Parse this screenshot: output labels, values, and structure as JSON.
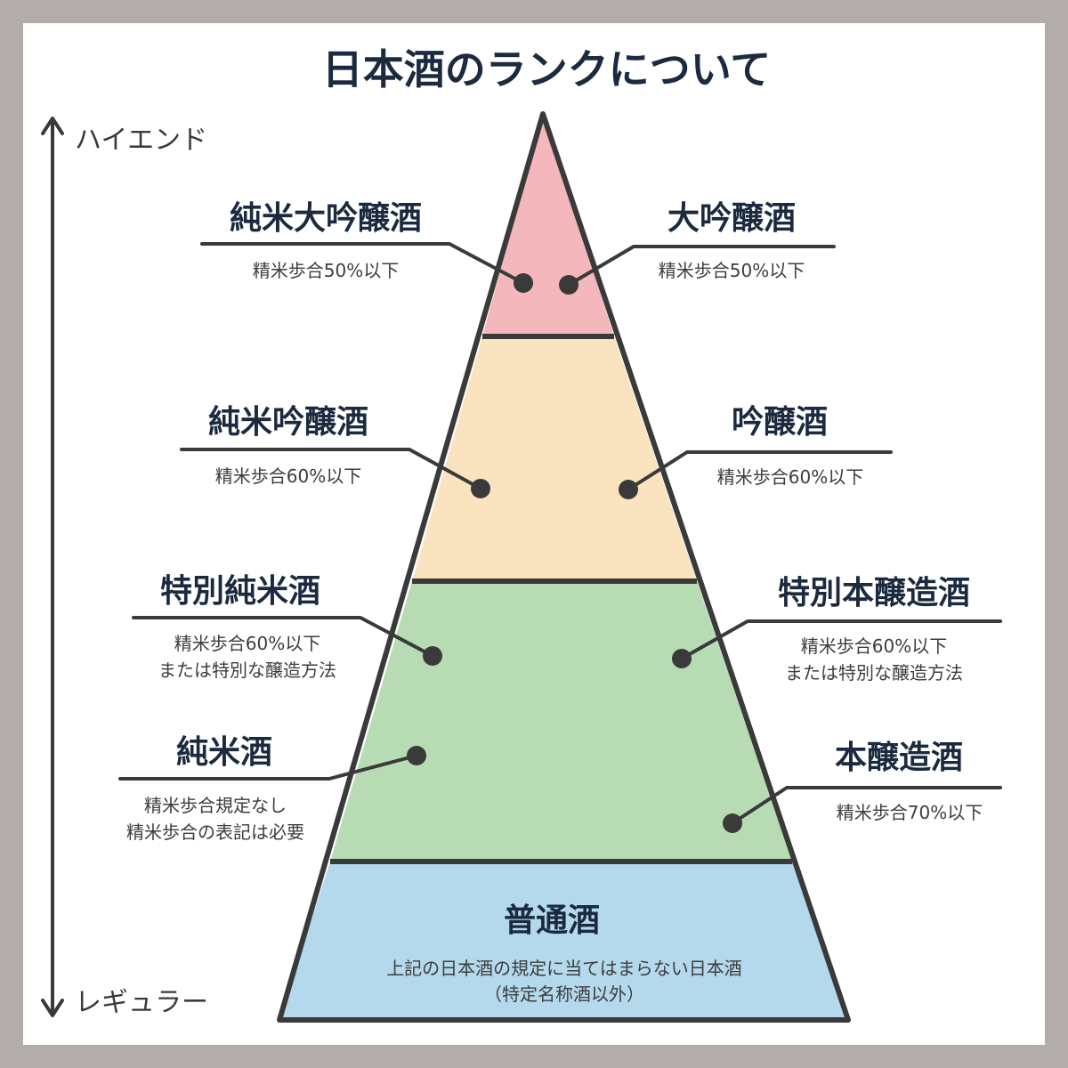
{
  "title": "日本酒のランクについて",
  "axis": {
    "top_label": "ハイエンド",
    "bottom_label": "レギュラー"
  },
  "colors": {
    "tier_top": "#f4b7bb",
    "tier_second": "#fae3bf",
    "tier_third": "#b7dbb3",
    "tier_bottom": "#b4d8ec",
    "outline": "#3a3a3a",
    "heading": "#1b2a3e"
  },
  "entries": {
    "junmai_daiginjo": {
      "name": "純米大吟醸酒",
      "spec": [
        "精米歩合50%以下"
      ]
    },
    "daiginjo": {
      "name": "大吟醸酒",
      "spec": [
        "精米歩合50%以下"
      ]
    },
    "junmai_ginjo": {
      "name": "純米吟醸酒",
      "spec": [
        "精米歩合60%以下"
      ]
    },
    "ginjo": {
      "name": "吟醸酒",
      "spec": [
        "精米歩合60%以下"
      ]
    },
    "tokubetsu_junmai": {
      "name": "特別純米酒",
      "spec": [
        "精米歩合60%以下",
        "または特別な醸造方法"
      ]
    },
    "tokubetsu_honjozo": {
      "name": "特別本醸造酒",
      "spec": [
        "精米歩合60%以下",
        "または特別な醸造方法"
      ]
    },
    "junmai": {
      "name": "純米酒",
      "spec": [
        "精米歩合規定なし",
        "精米歩合の表記は必要"
      ]
    },
    "honjozo": {
      "name": "本醸造酒",
      "spec": [
        "精米歩合70%以下"
      ]
    },
    "futsu": {
      "name": "普通酒",
      "spec": [
        "上記の日本酒の規定に当てはまらない日本酒",
        "（特定名称酒以外）"
      ]
    }
  }
}
